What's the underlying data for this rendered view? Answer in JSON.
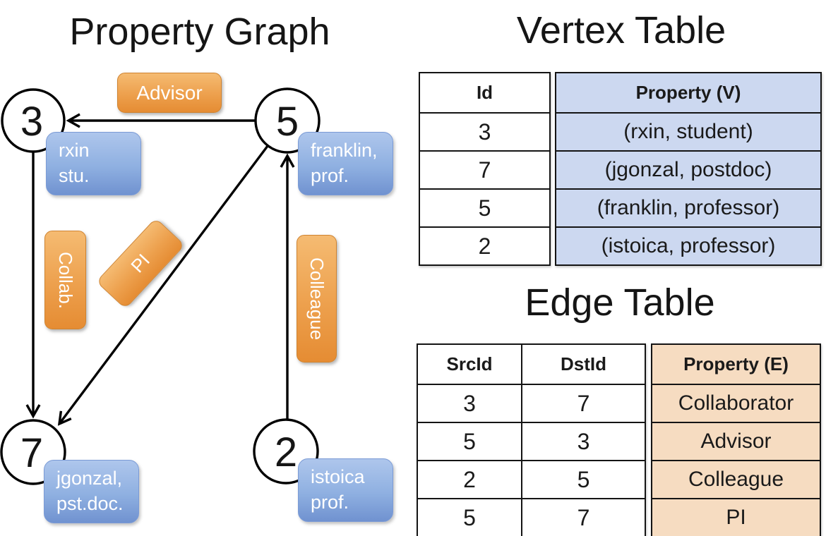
{
  "graph": {
    "title": "Property Graph",
    "nodes": [
      {
        "id": "3"
      },
      {
        "id": "5"
      },
      {
        "id": "7"
      },
      {
        "id": "2"
      }
    ],
    "vertex_boxes": {
      "rxin": {
        "line1": "rxin",
        "line2": "stu."
      },
      "franklin": {
        "line1": "franklin,",
        "line2": "prof."
      },
      "jgonzal": {
        "line1": "jgonzal,",
        "line2": "pst.doc."
      },
      "istoica": {
        "line1": "istoica",
        "line2": "prof."
      }
    },
    "edge_labels": {
      "advisor": "Advisor",
      "collab": "Collab.",
      "pi": "PI",
      "colleague": "Colleague"
    }
  },
  "vertex_table": {
    "title": "Vertex Table",
    "headers": [
      "Id",
      "Property (V)"
    ],
    "rows": [
      [
        "3",
        "(rxin, student)"
      ],
      [
        "7",
        "(jgonzal, postdoc)"
      ],
      [
        "5",
        "(franklin, professor)"
      ],
      [
        "2",
        "(istoica, professor)"
      ]
    ]
  },
  "edge_table": {
    "title": "Edge Table",
    "headers": [
      "SrcId",
      "DstId",
      "Property (E)"
    ],
    "rows": [
      [
        "3",
        "7",
        "Collaborator"
      ],
      [
        "5",
        "3",
        "Advisor"
      ],
      [
        "2",
        "5",
        "Colleague"
      ],
      [
        "5",
        "7",
        "PI"
      ]
    ]
  },
  "colors": {
    "edge_label_orange": "#eda04d",
    "vertex_box_blue": "#8fb0e1",
    "vertex_property_fill": "#ccd8f0",
    "edge_property_fill": "#f6dcc1",
    "line_color": "#000000"
  }
}
